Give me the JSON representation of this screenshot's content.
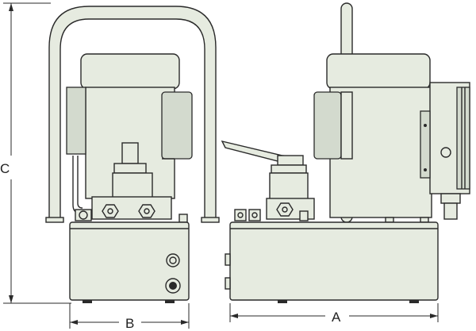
{
  "dimensions": {
    "height_label": "C",
    "width_label": "B",
    "length_label": "A"
  },
  "views": {
    "front": "front-view",
    "side": "side-view"
  },
  "colors": {
    "body_fill": "#e6ebe0",
    "shade_fill": "#d3dace",
    "line": "#2a2a2a"
  }
}
